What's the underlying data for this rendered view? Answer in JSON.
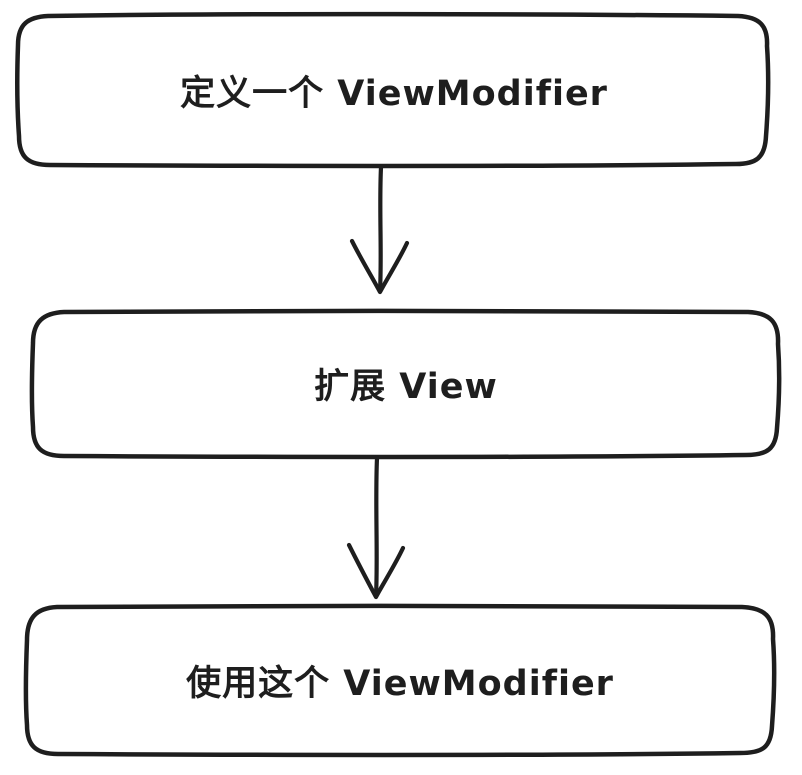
{
  "diagram": {
    "background_color": "#ffffff",
    "stroke_color": "#1e1e1e",
    "style": "hand-drawn-flowchart",
    "nodes": [
      {
        "id": "define-viewmodifier",
        "label": "定义一个 ViewModifier"
      },
      {
        "id": "extend-view",
        "label": "扩展 View"
      },
      {
        "id": "use-viewmodifier",
        "label": "使用这个 ViewModifier"
      }
    ],
    "edges": [
      {
        "from": "define-viewmodifier",
        "to": "extend-view",
        "type": "arrow-down"
      },
      {
        "from": "extend-view",
        "to": "use-viewmodifier",
        "type": "arrow-down"
      }
    ]
  }
}
